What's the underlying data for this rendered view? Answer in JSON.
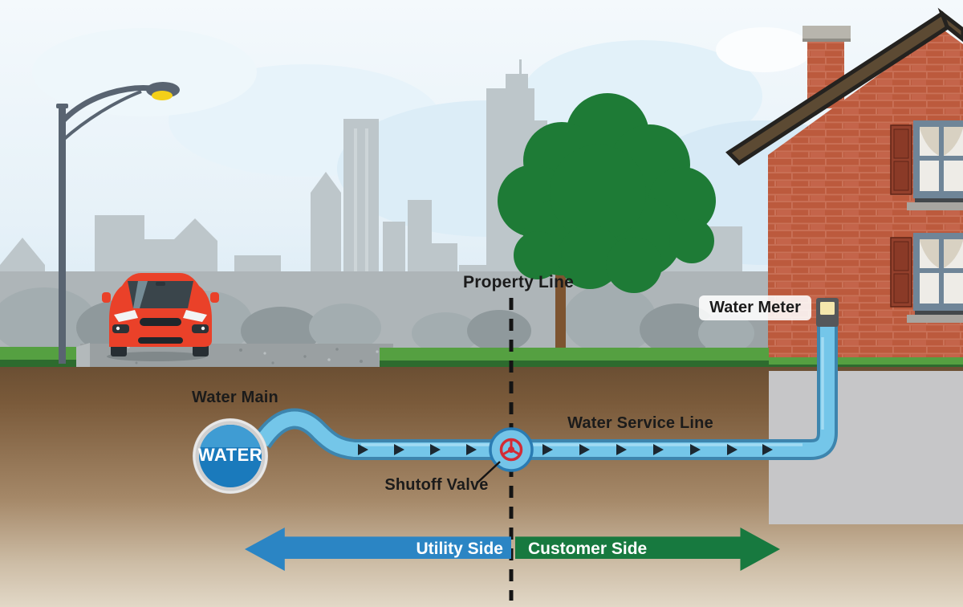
{
  "diagram": {
    "labels": {
      "property_line": "Property Line",
      "water_main": "Water Main",
      "water_service_line": "Water Service Line",
      "shutoff_valve": "Shutoff Valve",
      "water_meter": "Water Meter",
      "water_main_badge": "WATER",
      "utility_side": "Utility Side",
      "customer_side": "Customer Side"
    },
    "colors": {
      "utility_arrow": "#2b85c4",
      "customer_arrow": "#17793f",
      "pipe_fill": "#74c6e9",
      "pipe_outline": "#3d85ae",
      "pipe_highlight": "#a9def4",
      "flow_arrow": "#1c2730",
      "valve_red": "#d32b35",
      "valve_body": "#74c4e8",
      "valve_ring": "#2a7cb3",
      "water_main_blue": "#1a7abc",
      "label_text": "#1b1b1b"
    }
  }
}
